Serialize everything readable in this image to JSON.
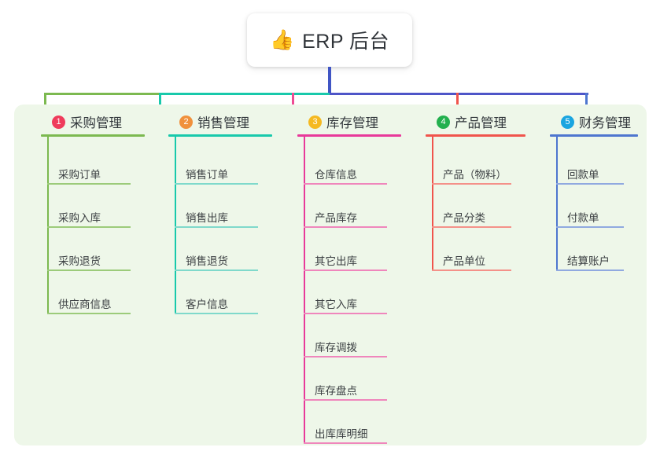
{
  "title": {
    "emoji": "👍",
    "emoji_name": "thumbs-up-icon",
    "text": "ERP 后台"
  },
  "panel": {
    "background": "#eef7e9"
  },
  "connectors": {
    "trunk_color": "#4055c4",
    "bus_left_color": "#18c9ab",
    "bus_right_color": "#4e55c8",
    "bus_far_left_color": "#7cb950"
  },
  "columns": [
    {
      "number": "1",
      "title": "采购管理",
      "badge_color": "#ef3b5b",
      "accent": "#7cb950",
      "leaf_accent": "#9ccb7a",
      "drop_color": "#7cb950",
      "items": [
        "采购订单",
        "采购入库",
        "采购退货",
        "供应商信息"
      ]
    },
    {
      "number": "2",
      "title": "销售管理",
      "badge_color": "#f0913c",
      "accent": "#18c9ab",
      "leaf_accent": "#7fd9cb",
      "drop_color": "#18c9ab",
      "items": [
        "销售订单",
        "销售出库",
        "销售退货",
        "客户信息"
      ]
    },
    {
      "number": "3",
      "title": "库存管理",
      "badge_color": "#f5b921",
      "accent": "#e8399a",
      "leaf_accent": "#ef86bc",
      "drop_color": "#ef4b93",
      "items": [
        "仓库信息",
        "产品库存",
        "其它出库",
        "其它入库",
        "库存调拨",
        "库存盘点",
        "出库库明细"
      ]
    },
    {
      "number": "4",
      "title": "产品管理",
      "badge_color": "#23b04e",
      "accent": "#f0544c",
      "leaf_accent": "#f49189",
      "drop_color": "#f0544c",
      "items": [
        "产品（物料）",
        "产品分类",
        "产品单位"
      ]
    },
    {
      "number": "5",
      "title": "财务管理",
      "badge_color": "#1aa5e0",
      "accent": "#4e76cf",
      "leaf_accent": "#90a9e0",
      "drop_color": "#4e76cf",
      "items": [
        "回款单",
        "付款单",
        "结算账户"
      ]
    }
  ]
}
